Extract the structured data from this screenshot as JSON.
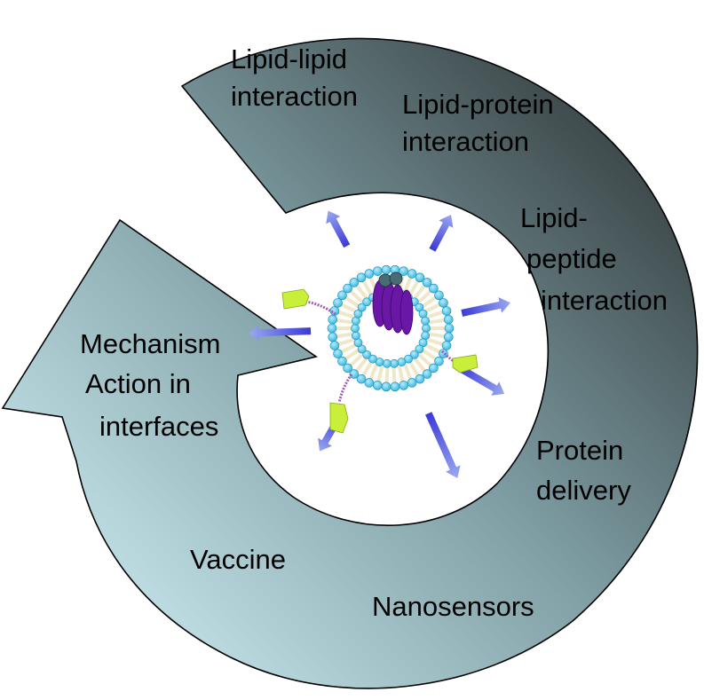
{
  "colors": {
    "arrow_dark": "#3a4446",
    "arrow_light": "#c3e3e8",
    "outline": "#000000",
    "ray": "#3a3ad6",
    "head_bead": "#33b5dc",
    "tail": "#efe7c8",
    "protein": "#6a16a6",
    "cap": "#4a6b73",
    "ligand": "#c9ef3a",
    "linker": "#a25ab8"
  },
  "icons": {
    "arrow": "circular-arrow-icon",
    "liposome": "liposome-icon",
    "ray": "radial-arrow-icon"
  },
  "labels": {
    "lipid_lipid": [
      "Lipid-lipid",
      "interaction"
    ],
    "lipid_protein": [
      "Lipid-protein",
      "interaction"
    ],
    "lipid_peptide": [
      "Lipid-",
      "peptide",
      "interaction"
    ],
    "protein_delivery": [
      "Protein",
      "delivery"
    ],
    "nanosensors": [
      "Nanosensors"
    ],
    "vaccine": [
      "Vaccine"
    ],
    "mechanism": [
      "Mechanism",
      "Action in",
      "interfaces"
    ]
  }
}
